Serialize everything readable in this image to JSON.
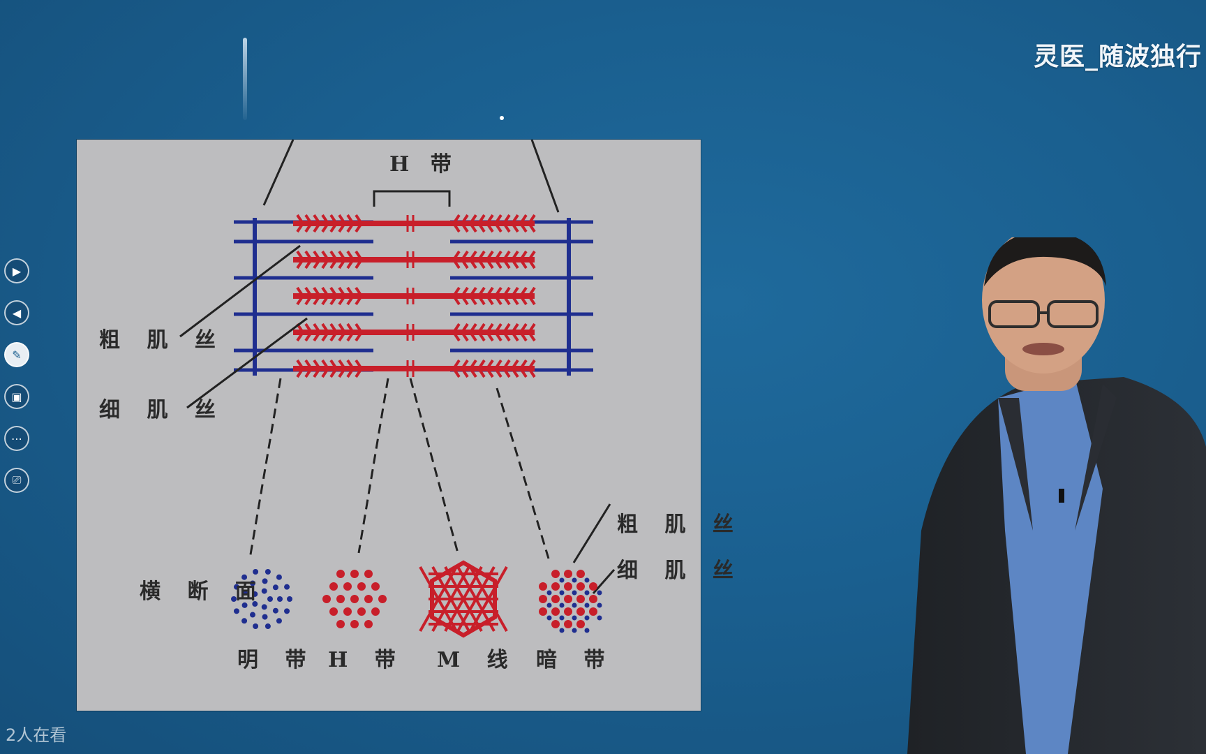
{
  "watermark": "灵医_随波独行",
  "viewers": "2人在看",
  "toolbar": {
    "icons": [
      "play-icon",
      "back-icon",
      "pen-icon",
      "screen-icon",
      "more-icon",
      "cast-icon"
    ]
  },
  "diagram": {
    "top_label": "H 带",
    "left_thick_label": "粗 肌 丝",
    "left_thin_label": "细 肌 丝",
    "cross_section_label": "横 断 面",
    "right_thick_label": "粗 肌 丝",
    "right_thin_label": "细 肌 丝",
    "sections": [
      "明 带",
      "H 带",
      "M 线",
      "暗 带"
    ]
  },
  "colors": {
    "background": "#1a5f8f",
    "thick_filament": "#c81f2a",
    "thin_filament": "#1f2e8f",
    "slide": "#bdbdbf"
  }
}
